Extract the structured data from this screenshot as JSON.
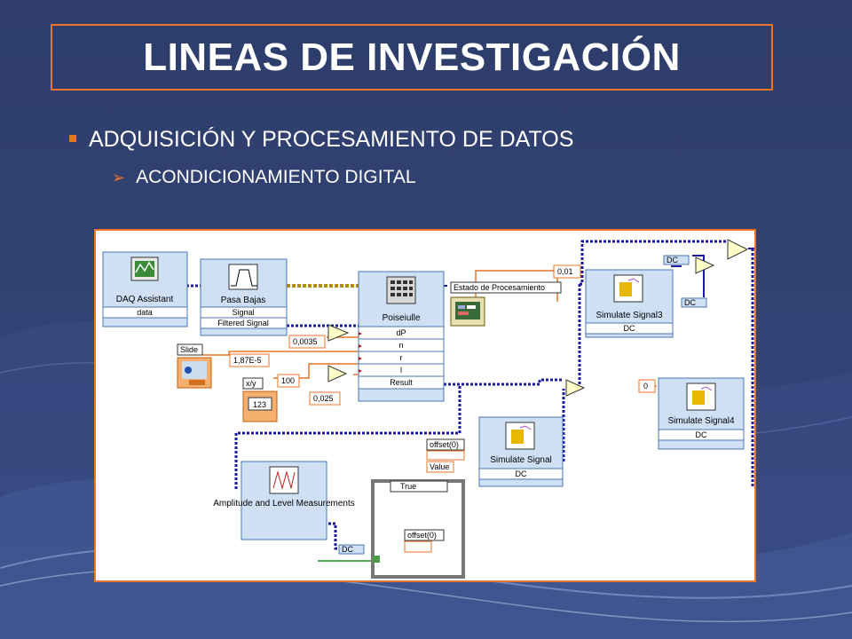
{
  "slide": {
    "title": "LINEAS DE INVESTIGACIÓN",
    "bullet_level1": "ADQUISICIÓN Y PROCESAMIENTO DE DATOS",
    "bullet_level2": "ACONDICIONAMIENTO DIGITAL"
  },
  "diagram": {
    "daq": {
      "title": "DAQ Assistant",
      "output": "data"
    },
    "lowpass": {
      "title": "Pasa Bajas",
      "in1": "Signal",
      "in2": "Filtered Signal"
    },
    "poiseuille": {
      "title": "Poiseiulle",
      "terms": [
        "dP",
        "n",
        "r",
        "l",
        "Result"
      ]
    },
    "estado_label": "Estado de Procesamiento",
    "slide_label": "Slide",
    "xy_label": "x/y",
    "xy_value": "123",
    "constants": {
      "c1": "0,0035",
      "c2": "1,87E-5",
      "c3": "100",
      "c4": "0,025",
      "c5": "0,01",
      "c6": "0"
    },
    "sim3": {
      "title": "Simulate Signal3",
      "mode": "DC"
    },
    "sim4": {
      "title": "Simulate Signal4",
      "mode": "DC"
    },
    "sim": {
      "title": "Simulate Signal",
      "mode": "DC",
      "offset_label": "offset(0)",
      "value_label": "Value"
    },
    "amplitude": {
      "title": "Amplitude and Level Measurements"
    },
    "case": {
      "selector": "True",
      "offset_label": "offset(0)"
    },
    "dc_tag": "DC"
  }
}
